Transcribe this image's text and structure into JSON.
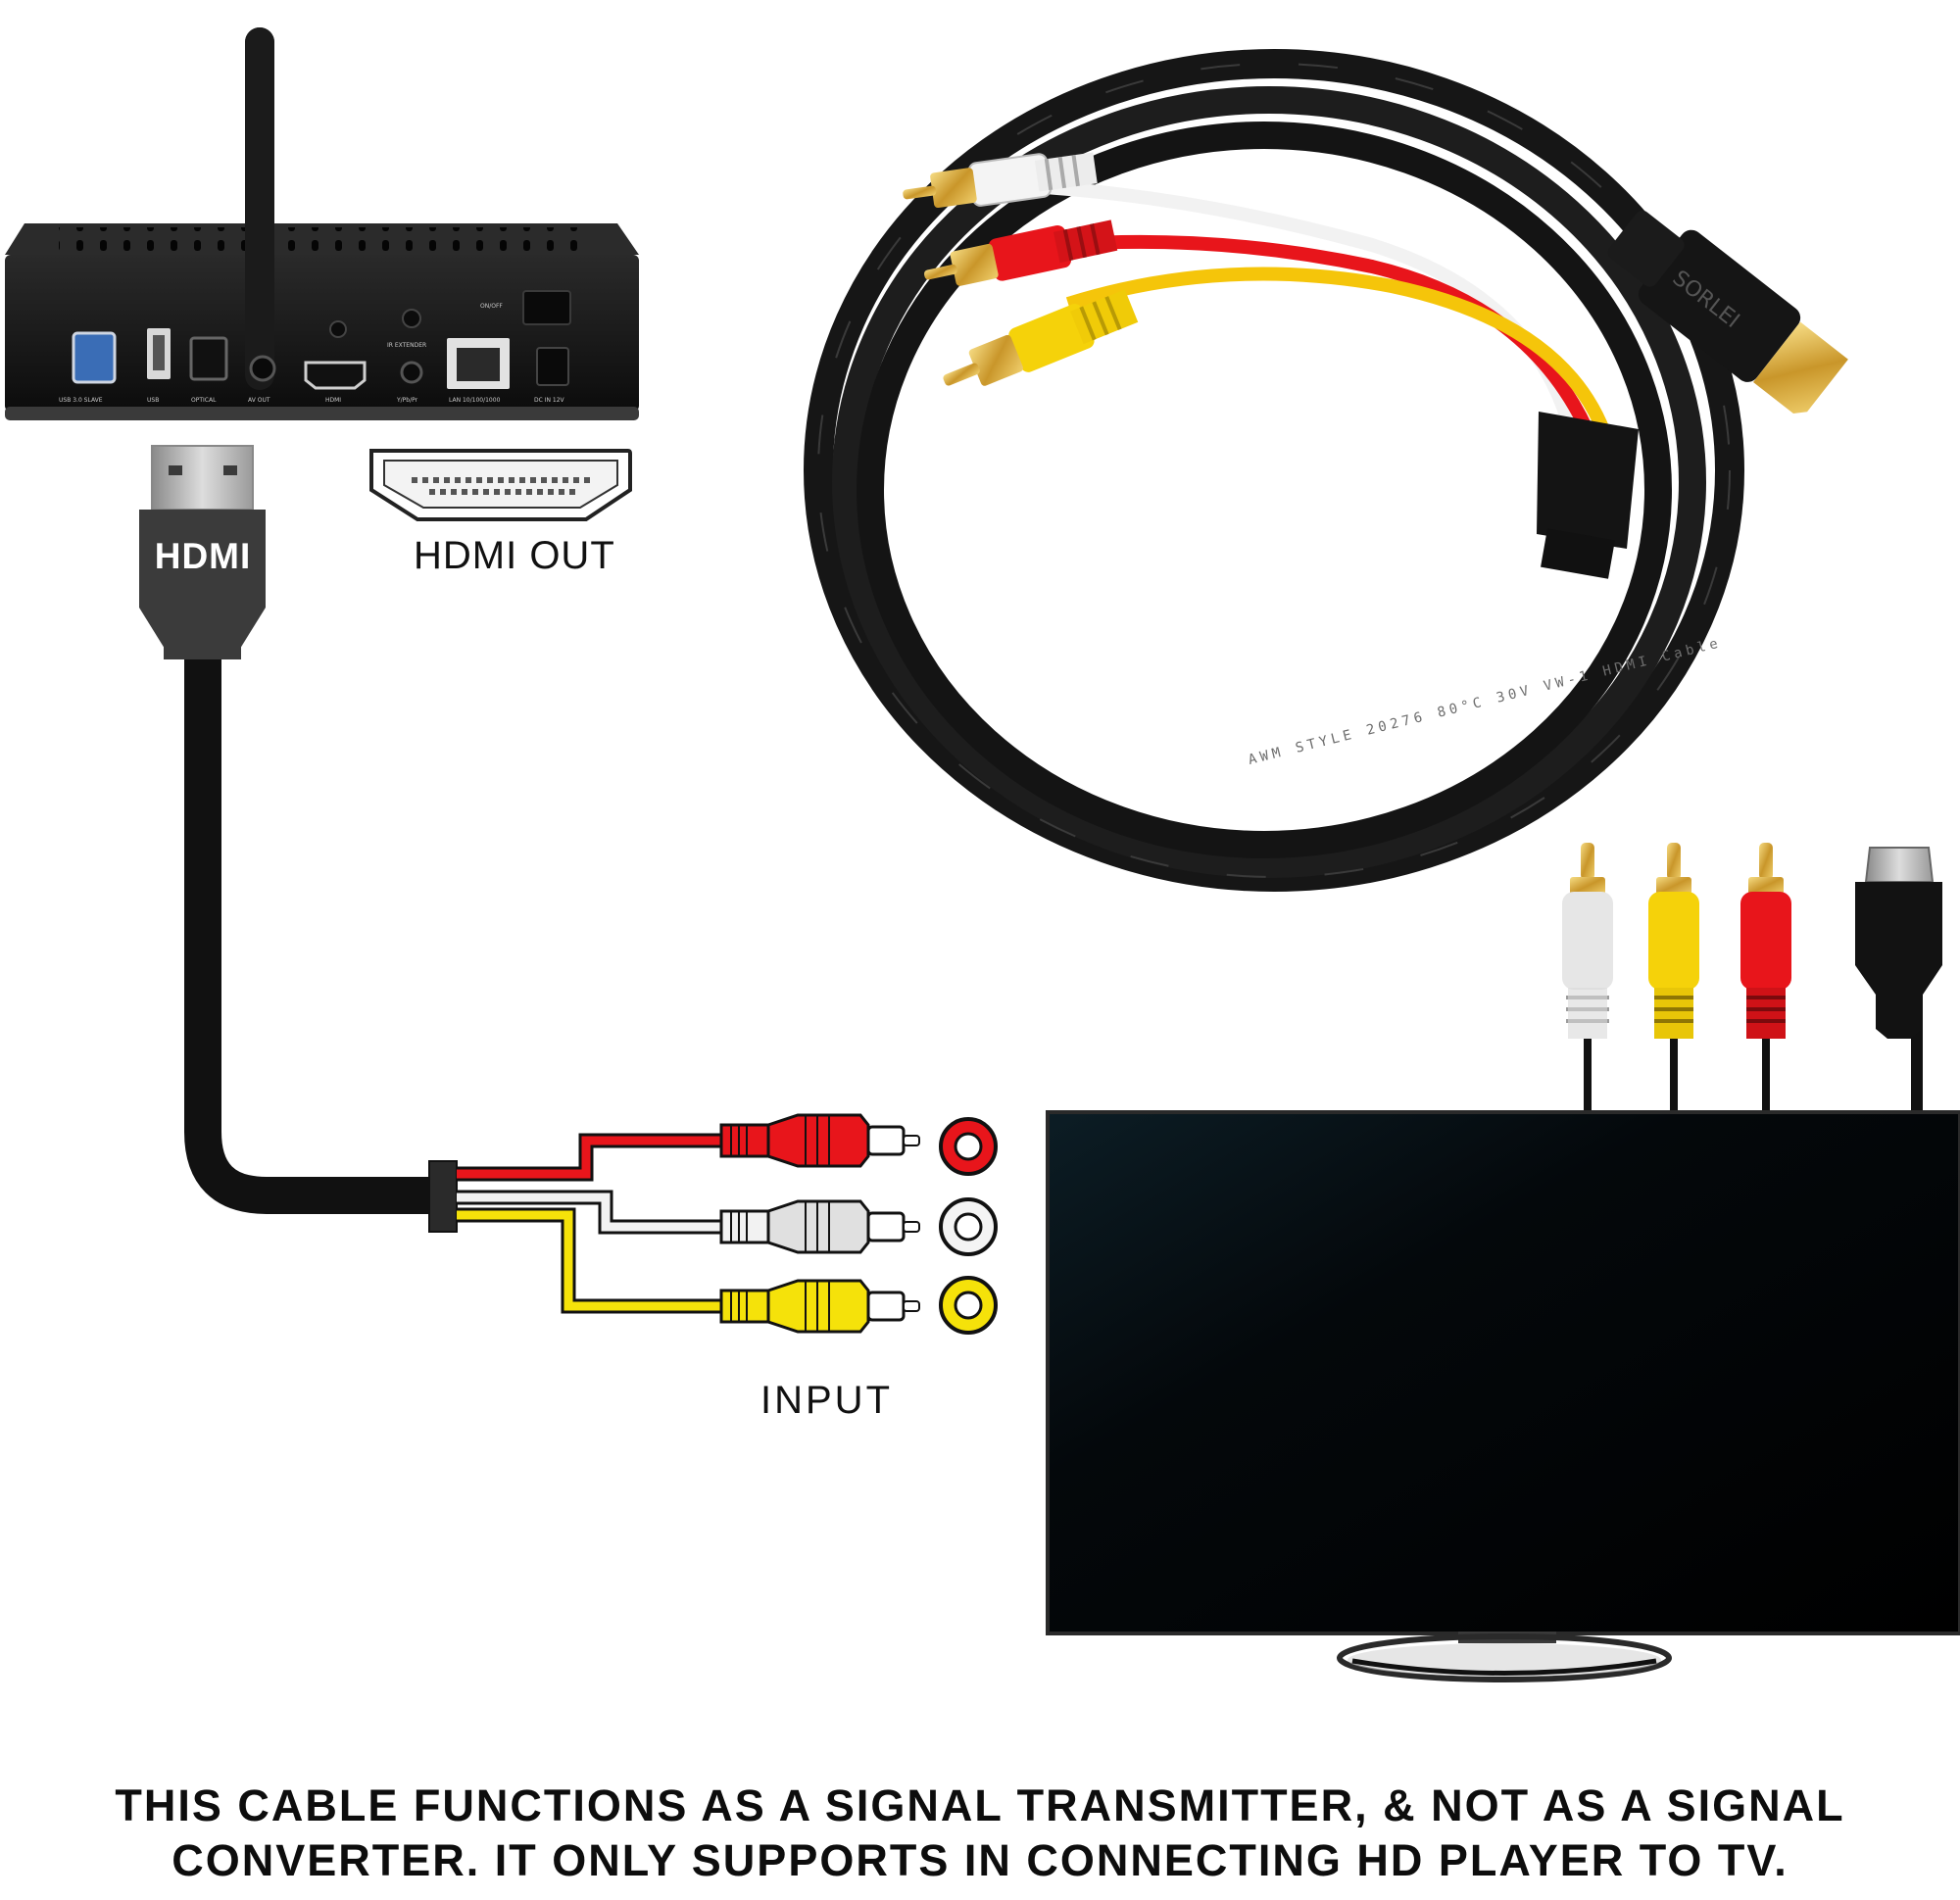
{
  "labels": {
    "plug_text": "HDMI",
    "hdmi_out": "HDMI OUT",
    "input": "INPUT"
  },
  "player_ports": [
    "USB 3.0 SLAVE",
    "USB",
    "OPTICAL",
    "AV OUT",
    "HDMI",
    "IR EXTENDER",
    "Y/Pb/Pr",
    "LAN 10/100/1000",
    "DC IN 12V",
    "ON/OFF"
  ],
  "cable_print": {
    "brand": "SORLEI",
    "jacket": "AWM STYLE 20276 80°C 30V VW-1 HDMI Cable"
  },
  "caption": {
    "line1": "THIS CABLE FUNCTIONS AS A SIGNAL TRANSMITTER, & NOT AS A SIGNAL",
    "line2": "CONVERTER. IT ONLY SUPPORTS IN CONNECTING HD PLAYER TO TV."
  },
  "colors": {
    "red": "#e8151b",
    "yellow": "#f5e20a",
    "white": "#e8e8e8",
    "cable_black": "#161616"
  }
}
